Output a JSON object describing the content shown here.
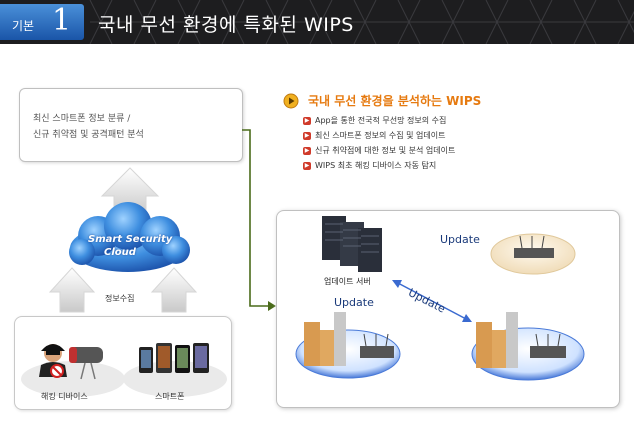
{
  "header": {
    "badge_label": "기본",
    "badge_number": "1",
    "title": "국내 무선 환경에 특화된 WIPS"
  },
  "info_box": {
    "line1": "최신 스마트폰 정보 분류 /",
    "line2": "신규 취약점 및 공격패턴 분석"
  },
  "cloud": {
    "line1": "Smart Security",
    "line2": "Cloud"
  },
  "collect_label": "정보수집",
  "devices": {
    "hacking_label": "해킹 디바이스",
    "smartphone_label": "스마트폰"
  },
  "analysis": {
    "title": "국내 무선 환경을 분석하는 WIPS",
    "bullets": [
      "App을 통한  전국적 무선망 정보의 수집",
      "최신 스마트폰 정보의 수집 및 업데이트",
      "신규 취약점에 대한 정보 및 분석 업데이트",
      "WIPS 최초 해킹 디바이스 자동 탐지"
    ]
  },
  "diagram": {
    "server_label": "업데이트 서버",
    "update_top": "Update",
    "update_left": "Update",
    "update_diag": "Update"
  },
  "colors": {
    "header_bg": "#1d1d1f",
    "badge_blue": "#2a6cc2",
    "accent_orange": "#e67a10",
    "bullet_red": "#d03a2a",
    "arrow_green": "#4a6b1a",
    "link_blue": "#3a6ad0"
  }
}
